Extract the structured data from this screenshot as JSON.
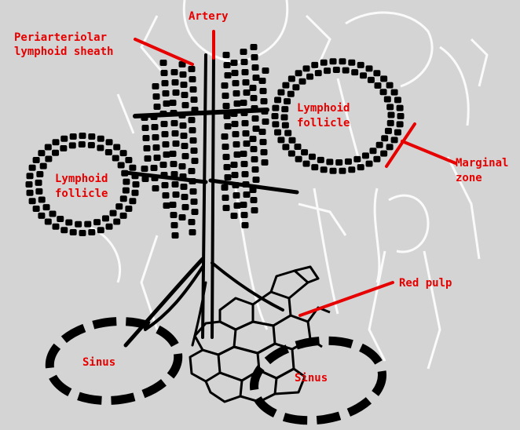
{
  "labels": {
    "artery": "Artery",
    "pals_line1": "Periarteriolar",
    "pals_line2": "lymphoid sheath",
    "follicle_right_line1": "Lymphoid",
    "follicle_right_line2": "follicle",
    "follicle_left_line1": "Lymphoid",
    "follicle_left_line2": "follicle",
    "marginal_line1": "Marginal",
    "marginal_line2": "zone",
    "red_pulp": "Red pulp",
    "sinus_left": "Sinus",
    "sinus_right": "Sinus"
  },
  "colors": {
    "background": "#d4d4d4",
    "label": "#e60000",
    "structure": "#000000",
    "watermark": "#ffffff"
  }
}
